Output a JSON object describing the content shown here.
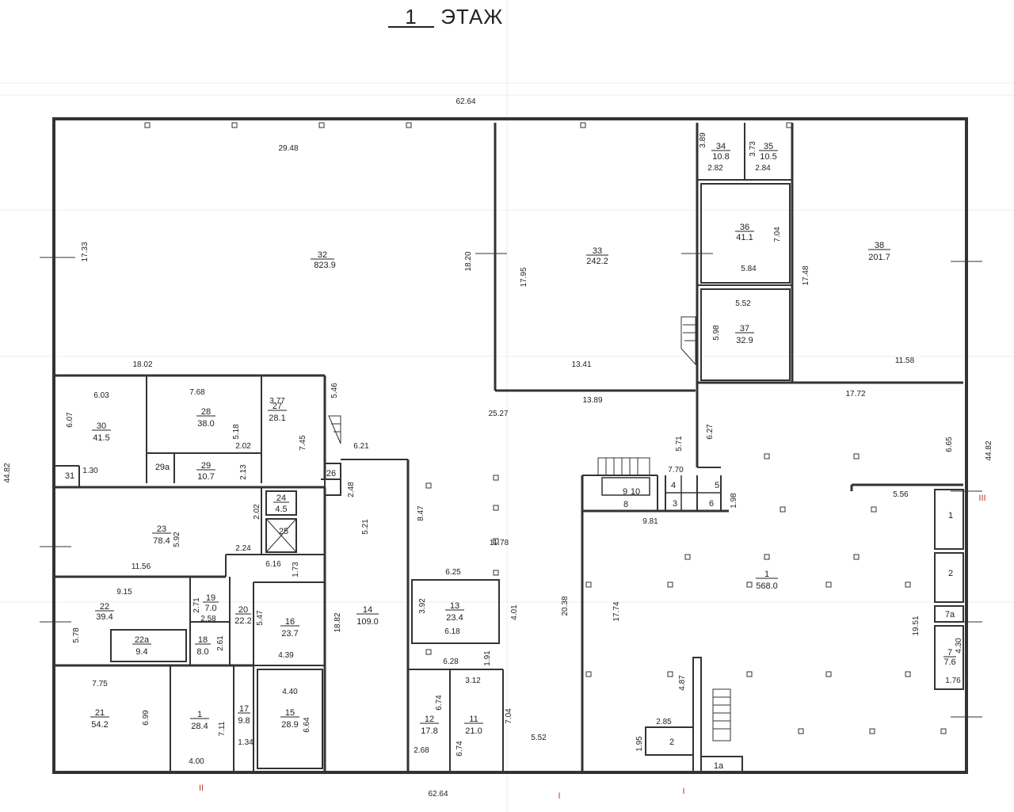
{
  "title": {
    "floor_number": "1",
    "floor_word": "ЭТАЖ"
  },
  "overall": {
    "top_width": "62.64",
    "bottom_width": "62.64",
    "left_height": "44.82",
    "right_height": "44.82"
  },
  "rooms": [
    {
      "id": "room-32",
      "number": "32",
      "area": "823.9"
    },
    {
      "id": "room-33",
      "number": "33",
      "area": "242.2"
    },
    {
      "id": "room-34",
      "number": "34",
      "area": "10.8"
    },
    {
      "id": "room-35",
      "number": "35",
      "area": "10.5"
    },
    {
      "id": "room-36",
      "number": "36",
      "area": "41.1"
    },
    {
      "id": "room-37",
      "number": "37",
      "area": "32.9"
    },
    {
      "id": "room-38",
      "number": "38",
      "area": "201.7"
    },
    {
      "id": "room-30",
      "number": "30",
      "area": "41.5"
    },
    {
      "id": "room-28",
      "number": "28",
      "area": "38.0"
    },
    {
      "id": "room-27",
      "number": "27",
      "area": "28.1"
    },
    {
      "id": "room-29",
      "number": "29",
      "area": "10.7"
    },
    {
      "id": "room-23",
      "number": "23",
      "area": "78.4"
    },
    {
      "id": "room-24",
      "number": "24",
      "area": "4.5"
    },
    {
      "id": "room-22",
      "number": "22",
      "area": "39.4"
    },
    {
      "id": "room-22a",
      "number": "22a",
      "area": "9.4"
    },
    {
      "id": "room-19",
      "number": "19",
      "area": "7.0"
    },
    {
      "id": "room-18",
      "number": "18",
      "area": "8.0"
    },
    {
      "id": "room-20",
      "number": "20",
      "area": "22.2"
    },
    {
      "id": "room-16",
      "number": "16",
      "area": "23.7"
    },
    {
      "id": "room-14",
      "number": "14",
      "area": "109.0"
    },
    {
      "id": "room-13",
      "number": "13",
      "area": "23.4"
    },
    {
      "id": "room-21",
      "number": "21",
      "area": "54.2"
    },
    {
      "id": "room-1-small",
      "number": "1",
      "area": "28.4"
    },
    {
      "id": "room-17",
      "number": "17",
      "area": "9.8"
    },
    {
      "id": "room-15",
      "number": "15",
      "area": "28.9"
    },
    {
      "id": "room-12",
      "number": "12",
      "area": "17.8"
    },
    {
      "id": "room-11",
      "number": "11",
      "area": "21.0"
    },
    {
      "id": "room-1-main",
      "number": "1",
      "area": "568.0"
    },
    {
      "id": "room-7",
      "number": "7",
      "area": "7.6"
    }
  ],
  "labels": {
    "r29a": "29a",
    "r31": "31",
    "r26": "26",
    "r25": "25",
    "r9": "9",
    "r10": "10",
    "r8": "8",
    "r4": "4",
    "r5": "5",
    "r3": "3",
    "r6": "6",
    "r1_right": "1",
    "r2_right": "2",
    "r7a": "7a",
    "r2_bottom": "2",
    "r1a": "1a"
  },
  "dims": {
    "d29_48": "29.48",
    "d17_33": "17.33",
    "d18_20": "18.20",
    "d17_95": "17.95",
    "d13_41": "13.41",
    "d13_89": "13.89",
    "d3_89": "3.89",
    "d2_82": "2.82",
    "d3_73": "3.73",
    "d2_84": "2.84",
    "d7_04": "7.04",
    "d5_84": "5.84",
    "d17_48": "17.48",
    "d5_52": "5.52",
    "d5_98": "5.98",
    "d11_58": "11.58",
    "d18_02": "18.02",
    "d6_03": "6.03",
    "d6_07": "6.07",
    "d7_68": "7.68",
    "d5_18": "5.18",
    "d3_77": "3.77",
    "d5_46": "5.46",
    "d7_45": "7.45",
    "d1_30": "1.30",
    "d2_13": "2.13",
    "d6_21": "6.21",
    "d2_48": "2.48",
    "d25_27": "25.27",
    "d17_72": "17.72",
    "d5_71": "5.71",
    "d6_27": "6.27",
    "d6_65": "6.65",
    "d7_70": "7.70",
    "d1_98": "1.98",
    "d5_56": "5.56",
    "d9_81": "9.81",
    "d2_02": "2.02",
    "d5_92": "5.92",
    "d2_24": "2.24",
    "d11_56": "11.56",
    "d6_16": "6.16",
    "d1_73": "1.73",
    "d5_21": "5.21",
    "d8_47": "8.47",
    "d11_78": "11.78",
    "d9_15": "9.15",
    "d2_71": "2.71",
    "d2_58": "2.58",
    "d5_78": "5.78",
    "d2_61": "2.61",
    "d5_47": "5.47",
    "d18_82": "18.82",
    "d6_25": "6.25",
    "d3_92": "3.92",
    "d4_01": "4.01",
    "d6_18": "6.18",
    "d20_38": "20.38",
    "d17_74": "17.74",
    "d4_39": "4.39",
    "d6_28": "6.28",
    "d1_91": "1.91",
    "d19_51": "19.51",
    "d4_30": "4.30",
    "d7_75": "7.75",
    "d6_99": "6.99",
    "d4_40": "4.40",
    "d3_12": "3.12",
    "d6_74a": "6.74",
    "d1_76": "1.76",
    "d7_11": "7.11",
    "d6_64": "6.64",
    "d7_04b": "7.04",
    "d4_87": "4.87",
    "d1_34": "1.34",
    "d2_85": "2.85",
    "d5_52b": "5.52",
    "d1_95": "1.95",
    "d2_68": "2.68",
    "d6_74b": "6.74",
    "d4_00": "4.00"
  },
  "axis_marks": {
    "roman_2": "II",
    "roman_1a": "I",
    "roman_1b": "I",
    "roman_3": "III"
  },
  "colors": {
    "wall": "#333333",
    "text": "#222222",
    "marker": "#c0392b"
  }
}
